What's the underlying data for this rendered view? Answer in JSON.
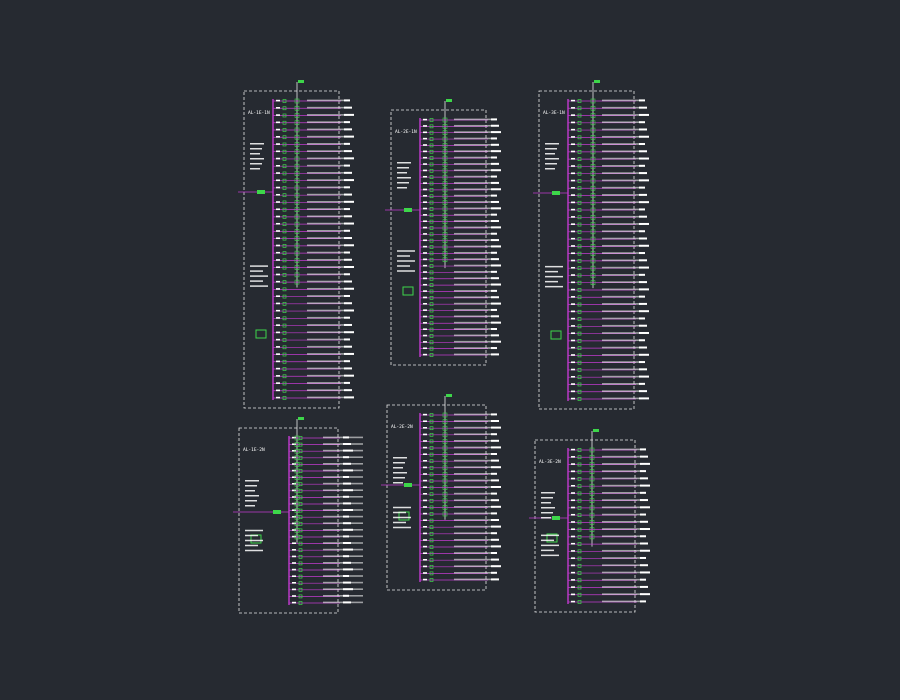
{
  "colors": {
    "background": "#262a31",
    "border": "#e8e8e8",
    "bus": "#c23ad0",
    "circuit": "#c23ad0",
    "breaker": "#3dd64a",
    "text": "#ffffff"
  },
  "panels": [
    {
      "name": "AL-1E-1N",
      "label": "",
      "circuits": 42
    },
    {
      "name": "AL-2E-1N",
      "label": "",
      "circuits": 38
    },
    {
      "name": "AL-3E-1N",
      "label": "",
      "circuits": 42
    },
    {
      "name": "AL-1E-2N",
      "label": "",
      "circuits": 26
    },
    {
      "name": "AL-2E-2N",
      "label": "",
      "circuits": 26
    },
    {
      "name": "AL-3E-2N",
      "label": "",
      "circuits": 22
    }
  ]
}
